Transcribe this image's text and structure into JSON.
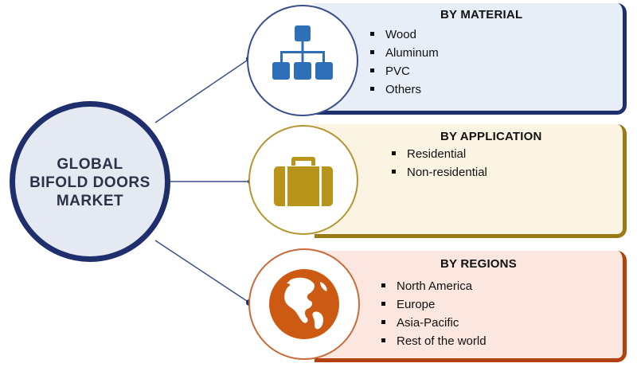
{
  "center": {
    "lines": [
      "GLOBAL",
      "BIFOLD DOORS",
      "MARKET"
    ]
  },
  "segments": [
    {
      "title": "BY MATERIAL",
      "items": [
        "Wood",
        "Aluminum",
        "PVC",
        "Others"
      ],
      "icon": "hierarchy-icon",
      "color": "#2f6fb8"
    },
    {
      "title": "BY APPLICATION",
      "items": [
        "Residential",
        "Non-residential"
      ],
      "icon": "briefcase-icon",
      "color": "#b8941a"
    },
    {
      "title": "BY REGIONS",
      "items": [
        "North America",
        "Europe",
        "Asia-Pacific",
        "Rest of the world"
      ],
      "icon": "globe-icon",
      "color": "#cc5a12"
    }
  ]
}
